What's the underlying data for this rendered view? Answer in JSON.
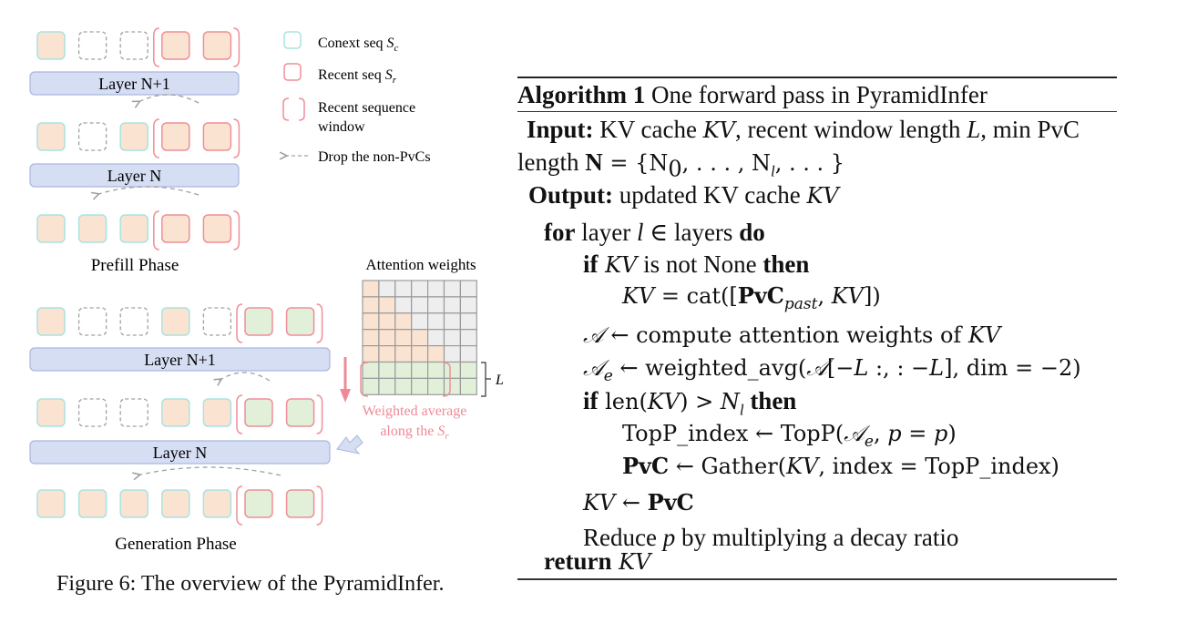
{
  "figure": {
    "caption": "Figure 6: The overview of the PyramidInfer.",
    "legend": {
      "context_seq": "Conext seq ",
      "context_sym": "S",
      "context_sub": "c",
      "recent_seq": "Recent seq ",
      "recent_sym": "S",
      "recent_sub": "r",
      "window_line1": "Recent sequence",
      "window_line2": "window",
      "drop": "Drop the non-PvCs"
    },
    "prefill": {
      "title": "Prefill Phase",
      "layer_top": "Layer N+1",
      "layer_bottom": "Layer N",
      "rows": [
        [
          "ctx",
          "empty",
          "empty",
          "recent",
          "recent"
        ],
        [
          "ctx",
          "empty",
          "ctx",
          "recent",
          "recent"
        ],
        [
          "ctx",
          "ctx",
          "ctx",
          "recent",
          "recent"
        ]
      ]
    },
    "generation": {
      "title": "Generation Phase",
      "layer_top": "Layer N+1",
      "layer_bottom": "Layer N",
      "rows": [
        [
          "ctx",
          "empty",
          "empty",
          "ctx",
          "empty",
          "gen",
          "gen"
        ],
        [
          "ctx",
          "empty",
          "empty",
          "ctx",
          "ctx",
          "gen",
          "gen"
        ],
        [
          "ctx",
          "ctx",
          "ctx",
          "ctx",
          "ctx",
          "gen",
          "gen"
        ]
      ]
    },
    "attention": {
      "title": "Attention weights",
      "grid_size": 7,
      "recent_rows": 2,
      "window_label": "L",
      "avg_line1": "Weighted average",
      "avg_line2": "along the ",
      "avg_sym": "S",
      "avg_sub": "r"
    },
    "colors": {
      "ctx_fill": "#fbe3d2",
      "ctx_stroke": "#a8e3e0",
      "recent_stroke": "#ee8f98",
      "gen_fill": "#e2f0d9",
      "layer_fill": "#d6def4",
      "layer_stroke": "#a9b7e0",
      "empty_stroke": "#a0a0a0",
      "grid_empty": "#eeeeee",
      "grid_line": "#9b9b9b",
      "accent_red": "#ef8a96"
    }
  },
  "algorithm": {
    "label": "Algorithm 1",
    "title": " One forward pass in PyramidInfer",
    "lines": {
      "input_kw": "Input:",
      "input_a": " KV cache ",
      "input_kv": "KV",
      "input_b": ", recent window length ",
      "input_L": "L",
      "input_c": ", min PvC",
      "length_a": "length ",
      "length_N": "N",
      "length_b": " = {N",
      "length_s0": "0",
      "length_c": ", . . . , N",
      "length_sl": "l",
      "length_d": ", . . . }",
      "output_kw": "Output:",
      "output_a": " updated KV cache ",
      "output_kv": "KV",
      "for_kw": "for",
      "for_a": " layer ",
      "for_l": "l",
      "for_b": " ∈ layers ",
      "for_do": "do",
      "if1_kw": "if",
      "if1_kv": " KV",
      "if1_a": " is not None ",
      "if1_then": "then",
      "cat_kv": "KV",
      "cat_a": " = cat([",
      "cat_pvc": "PvC",
      "cat_sub": "past",
      "cat_b": ", ",
      "cat_kv2": "KV",
      "cat_c": "])",
      "att_A": "𝒜",
      "att_a": " ← compute attention weights of ",
      "att_kv": "KV",
      "avg_A": "𝒜",
      "avg_sub": "e",
      "avg_a": " ← weighted_avg(",
      "avg_A2": "𝒜",
      "avg_b": "[−",
      "avg_L": "L",
      "avg_c": " :, : −",
      "avg_L2": "L",
      "avg_d": "], dim = −2)",
      "if2_kw": "if",
      "if2_a": " len(",
      "if2_kv": "KV",
      "if2_b": ") > ",
      "if2_N": "N",
      "if2_sub": "l",
      "if2_then": " then",
      "topp_a": "TopP_index ← TopP(",
      "topp_A": "𝒜",
      "topp_sub": "e",
      "topp_b": ", ",
      "topp_p": "p",
      "topp_c": " = ",
      "topp_p2": "p",
      "topp_d": ")",
      "gather_pvc": "PvC",
      "gather_a": " ← Gather(",
      "gather_kv": "KV",
      "gather_b": ", index = TopP_index)",
      "assign_kv": "KV",
      "assign_a": " ← ",
      "assign_pvc": "PvC",
      "reduce_a": "Reduce ",
      "reduce_p": "p",
      "reduce_b": " by multiplying a decay ratio",
      "return_kw": "return",
      "return_kv": " KV"
    }
  }
}
